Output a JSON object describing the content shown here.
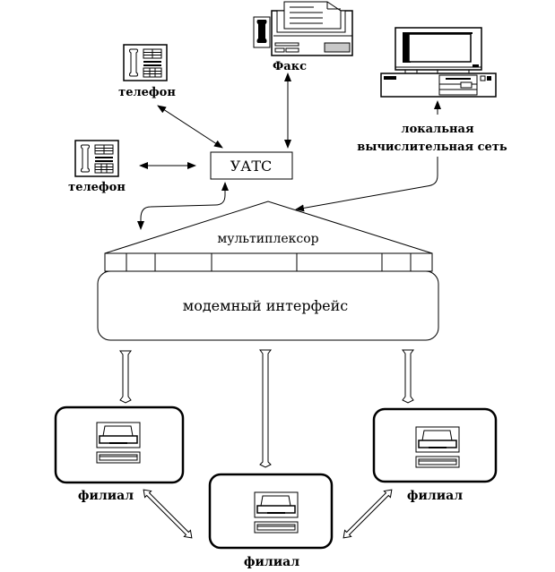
{
  "diagram": {
    "nodes": {
      "phone_top": {
        "label": "телефон",
        "icon": "telephone-icon"
      },
      "phone_left": {
        "label": "телефон",
        "icon": "telephone-icon"
      },
      "fax": {
        "label": "Факс",
        "icon": "fax-icon"
      },
      "pbx": {
        "label": "УАТС"
      },
      "lan": {
        "label_line1": "локальная",
        "label_line2": "вычислительная сеть",
        "icon": "computer-icon"
      },
      "mux": {
        "label": "мультиплексор"
      },
      "modem": {
        "label": "модемный интерфейс"
      },
      "branch_left": {
        "label": "филиал",
        "icon": "terminal-icon"
      },
      "branch_center": {
        "label": "филиал",
        "icon": "terminal-icon"
      },
      "branch_right": {
        "label": "филиал",
        "icon": "terminal-icon"
      }
    },
    "edges": [
      {
        "from": "phone_top",
        "to": "pbx",
        "style": "double-arrow"
      },
      {
        "from": "phone_left",
        "to": "pbx",
        "style": "double-arrow"
      },
      {
        "from": "pbx",
        "to": "fax",
        "style": "double-arrow"
      },
      {
        "from": "pbx",
        "to": "mux",
        "style": "double-arrow-curved"
      },
      {
        "from": "lan",
        "to": "mux",
        "style": "double-arrow-curved"
      },
      {
        "from": "modem",
        "to": "branch_left",
        "style": "hollow-double-arrow"
      },
      {
        "from": "modem",
        "to": "branch_center",
        "style": "hollow-double-arrow"
      },
      {
        "from": "modem",
        "to": "branch_right",
        "style": "hollow-double-arrow"
      },
      {
        "from": "branch_left",
        "to": "branch_center",
        "style": "hollow-double-arrow"
      },
      {
        "from": "branch_right",
        "to": "branch_center",
        "style": "hollow-double-arrow"
      }
    ]
  }
}
